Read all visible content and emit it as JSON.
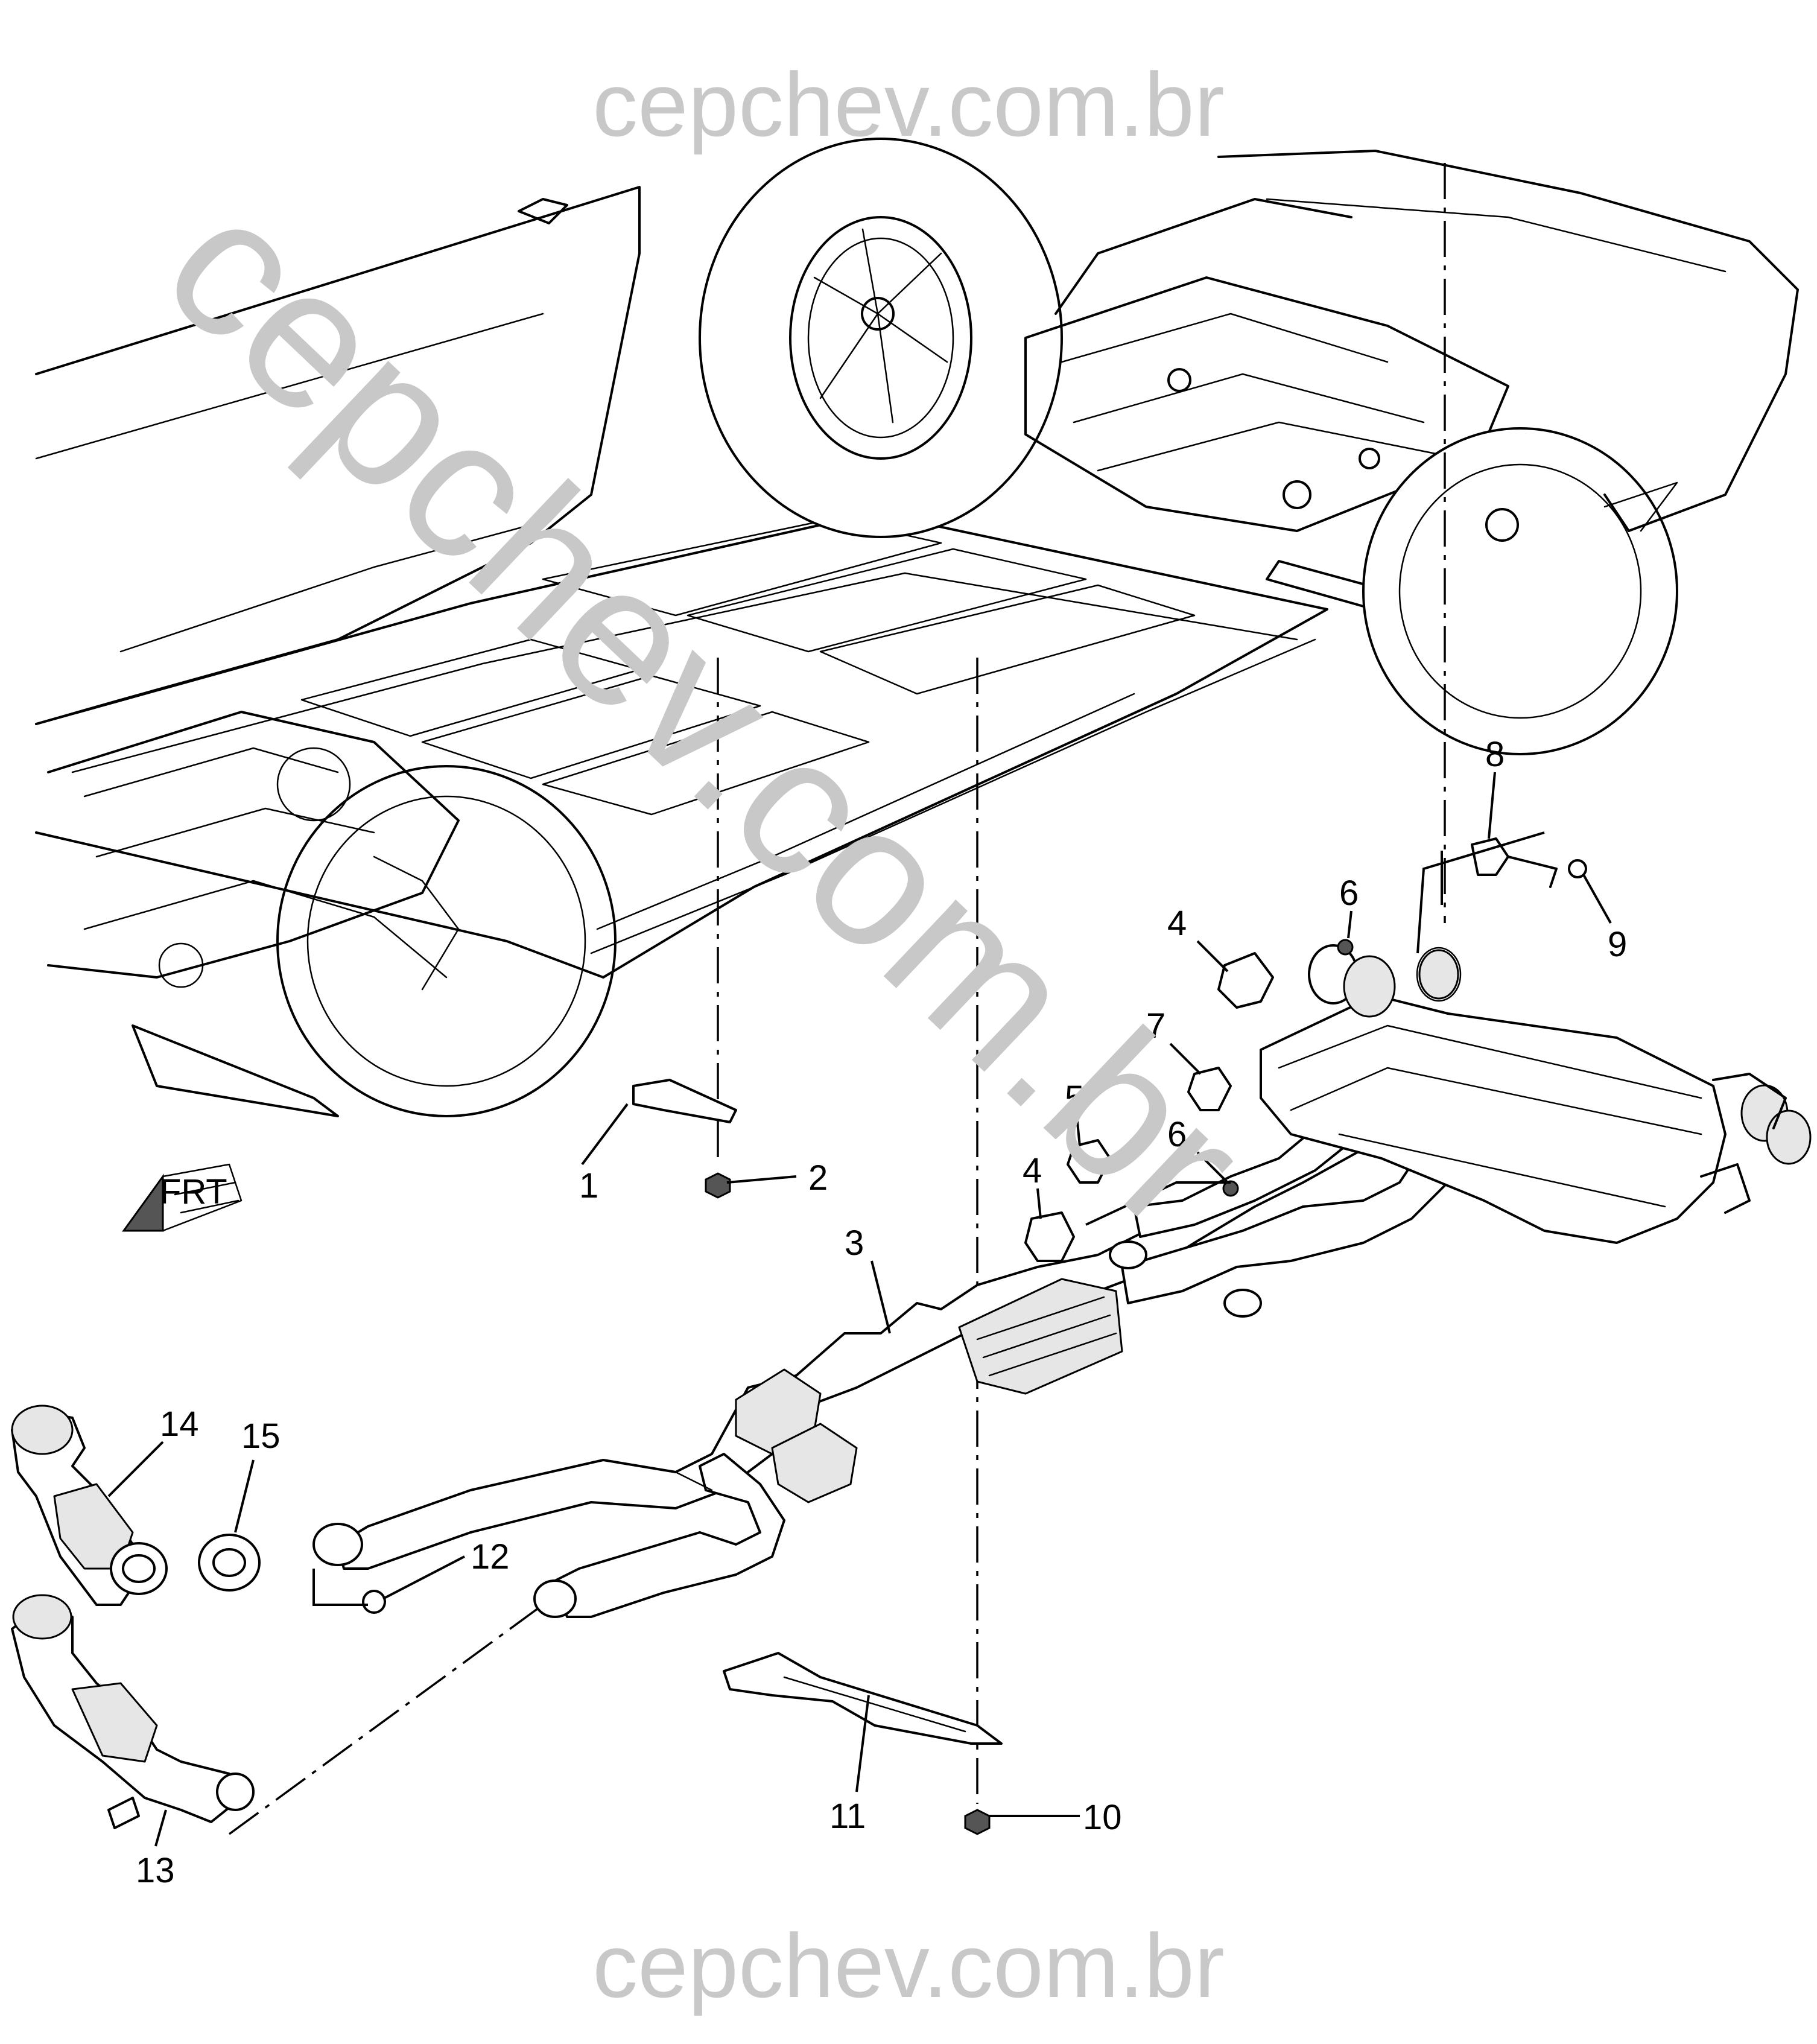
{
  "watermark": {
    "top": "cepchev.com.br",
    "bottom": "cepchev.com.br",
    "diagonal": "cepchev.com.br"
  },
  "orientation_label": "FRT",
  "callouts": [
    {
      "id": "1",
      "label": "1"
    },
    {
      "id": "2",
      "label": "2"
    },
    {
      "id": "3",
      "label": "3"
    },
    {
      "id": "4a",
      "label": "4"
    },
    {
      "id": "4b",
      "label": "4"
    },
    {
      "id": "5",
      "label": "5"
    },
    {
      "id": "6a",
      "label": "6"
    },
    {
      "id": "6b",
      "label": "6"
    },
    {
      "id": "7",
      "label": "7"
    },
    {
      "id": "8",
      "label": "8"
    },
    {
      "id": "9",
      "label": "9"
    },
    {
      "id": "10",
      "label": "10"
    },
    {
      "id": "11",
      "label": "11"
    },
    {
      "id": "12",
      "label": "12"
    },
    {
      "id": "13",
      "label": "13"
    },
    {
      "id": "14",
      "label": "14"
    },
    {
      "id": "15",
      "label": "15"
    }
  ]
}
